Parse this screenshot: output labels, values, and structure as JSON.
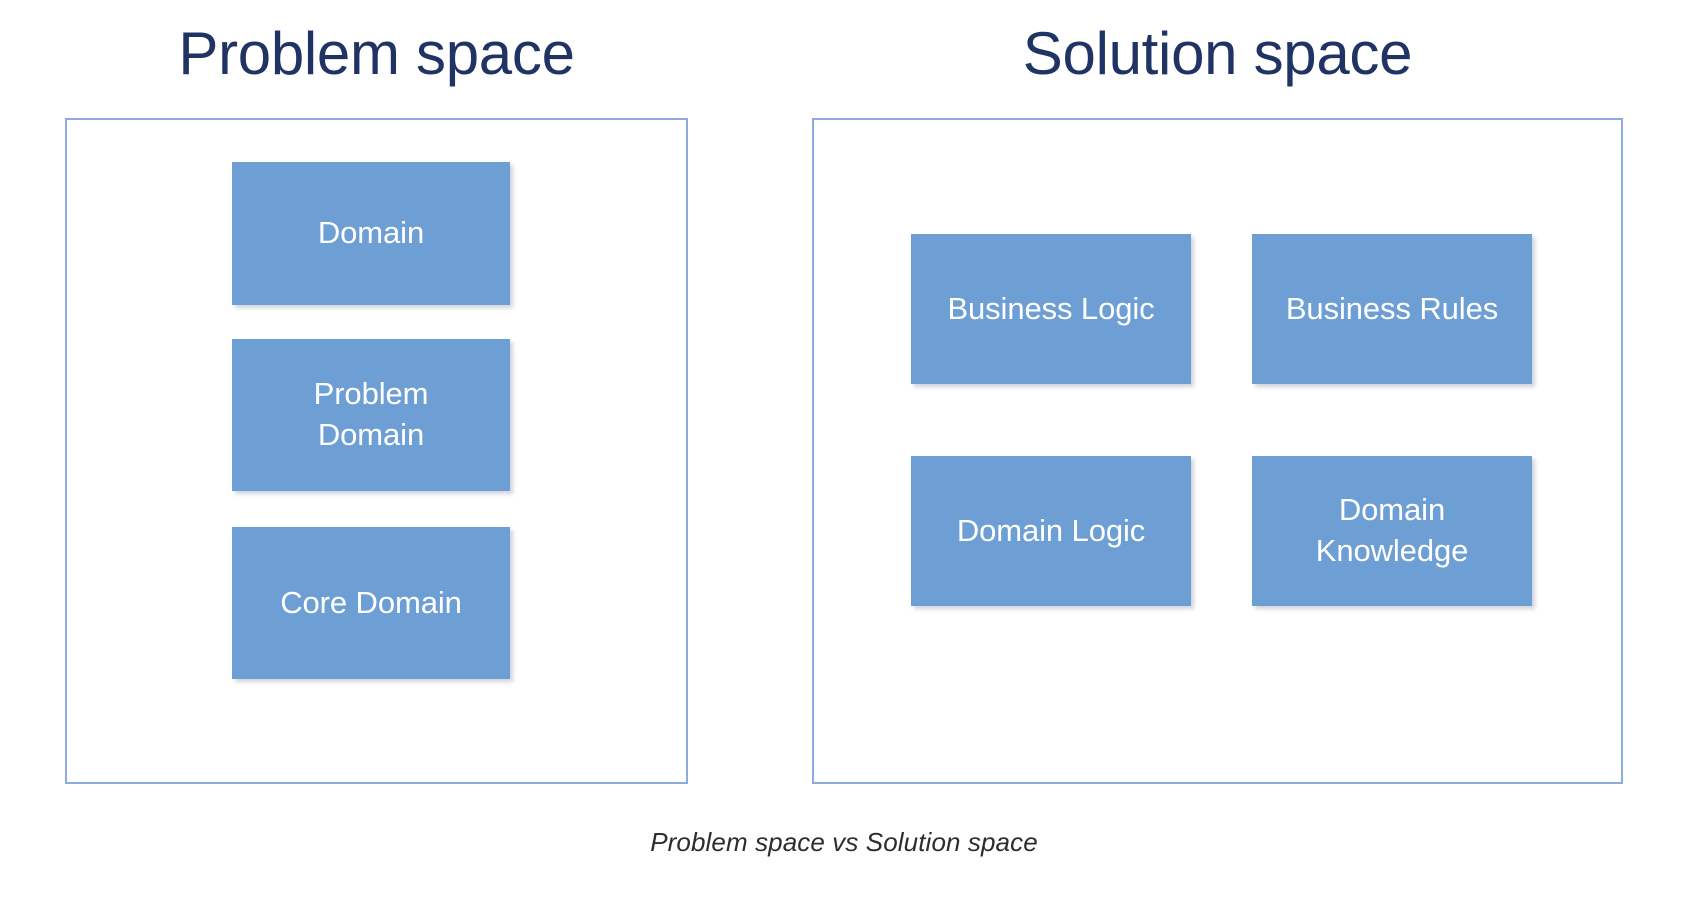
{
  "figure": {
    "caption": "Problem space vs Solution space",
    "colors": {
      "title_navy": "#1f3464",
      "panel_border_blue": "#8faadc",
      "box_fill_blue": "#6d9ed4",
      "box_text": "#ffffff",
      "caption_text": "#2d2d2d",
      "background": "#ffffff"
    }
  },
  "panels": [
    {
      "id": "problem-space",
      "title": "Problem space",
      "boxes": [
        {
          "label": "Domain"
        },
        {
          "label": "Problem\nDomain"
        },
        {
          "label": "Core Domain"
        }
      ]
    },
    {
      "id": "solution-space",
      "title": "Solution space",
      "boxes": [
        {
          "label": "Business Logic"
        },
        {
          "label": "Business Rules"
        },
        {
          "label": "Domain Logic"
        },
        {
          "label": "Domain\nKnowledge"
        }
      ]
    }
  ]
}
